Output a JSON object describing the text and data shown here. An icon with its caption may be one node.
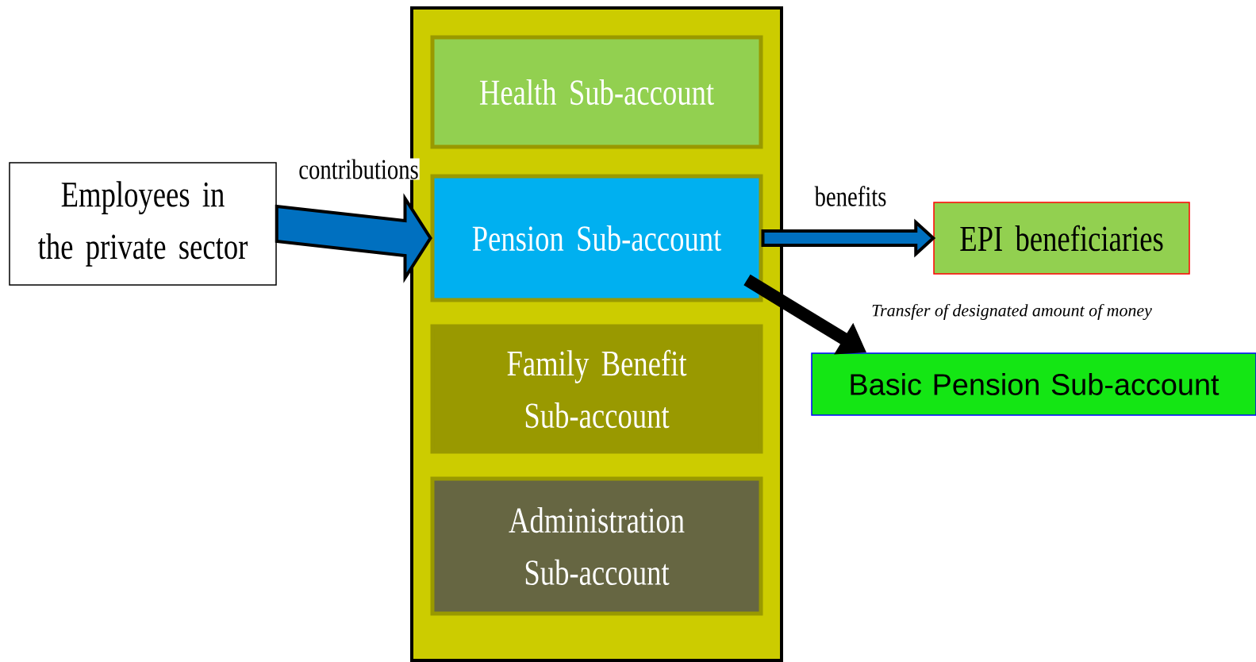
{
  "diagram": {
    "nodes": [
      {
        "text": [
          "Employees in the private sector"
        ]
      },
      {
        "text": [],
        "shape": "box"
      },
      {
        "text": [
          "Health Sub-account"
        ],
        "in": 1
      },
      {
        "text": [
          "Pension Sub-account"
        ],
        "in": 1
      },
      {
        "text": [
          "Family Benefit Sub-account"
        ],
        "in": 1
      },
      {
        "text": [
          "Administration Sub-account"
        ],
        "in": 1
      },
      {
        "text": [
          "EPI beneficiaries"
        ]
      },
      {
        "text": [
          "Basic Pension Sub-account"
        ]
      }
    ],
    "edges": [
      {
        "from": 0,
        "to": 3,
        "arrow": "to",
        "label": "contributions"
      },
      {
        "from": 3,
        "to": 6,
        "arrow": "to",
        "label": "benefits"
      },
      {
        "from": 3,
        "to": 7,
        "arrow": "to",
        "label": "Transfer of designated amount of money",
        "color": "#000000"
      }
    ]
  }
}
